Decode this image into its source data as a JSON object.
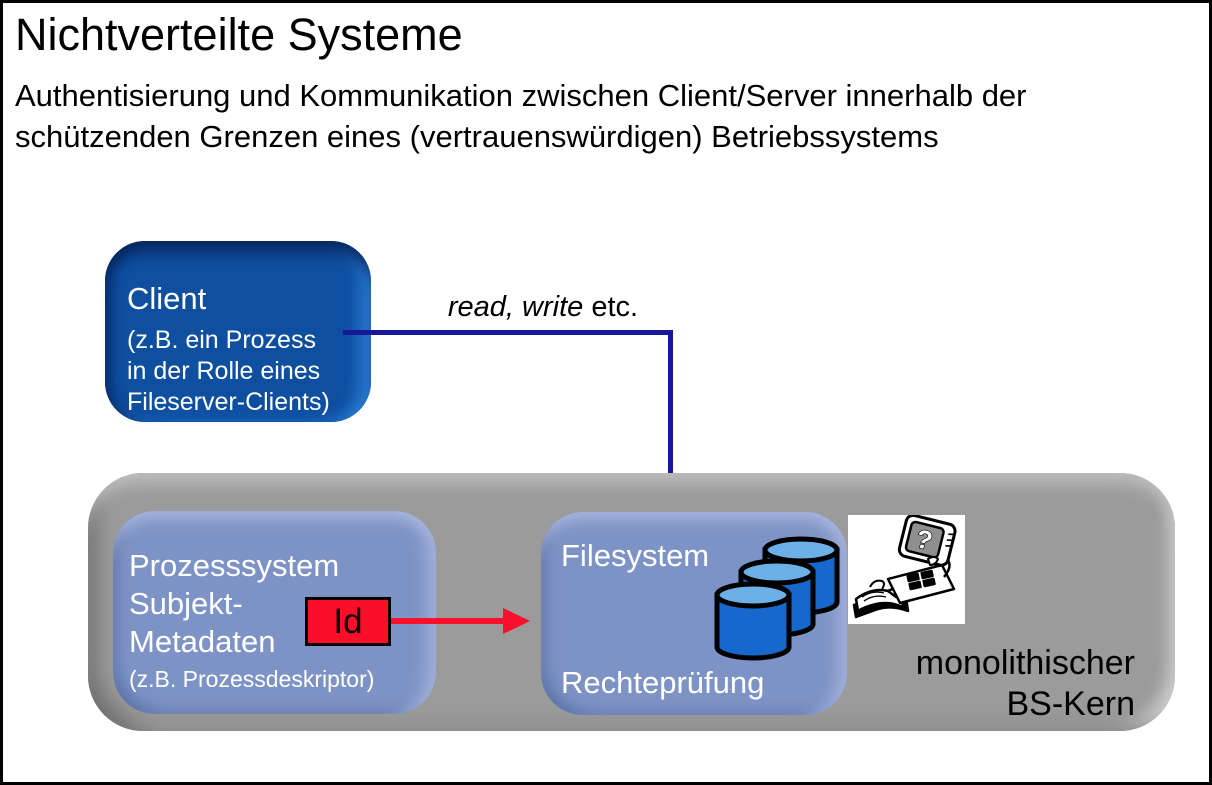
{
  "slide": {
    "title": "Nichtverteilte Systeme",
    "subtitle_line1": "Authentisierung und Kommunikation zwischen Client/Server innerhalb der",
    "subtitle_line2": "schützenden Grenzen eines (vertrauenswürdigen) Betriebssystems"
  },
  "diagram": {
    "client": {
      "title": "Client",
      "lines": [
        "(z.B. ein Prozess",
        "in der Rolle eines",
        "Fileserver-Clients)"
      ]
    },
    "call_label": {
      "italic": "read, write",
      "rest": " etc."
    },
    "process_box": {
      "lines": [
        "Prozesssystem",
        "Subjekt-",
        "Metadaten"
      ],
      "note": "(z.B. Prozessdeskriptor)"
    },
    "id_box": {
      "label": "Id"
    },
    "filesystem_box": {
      "title": "Filesystem",
      "bottom_label": "Rechteprüfung"
    },
    "kernel": {
      "line1": "monolithischer",
      "line2": "BS-Kern"
    },
    "icons": {
      "database": "database-cylinders-icon",
      "confused_user": "confused-user-clipart"
    },
    "colors": {
      "client_blue": "#0e4fa0",
      "panel_blue": "#7e93c5",
      "kernel_gray": "#9b9b9b",
      "arrow_navy": "#17179a",
      "arrow_red": "#f8102c",
      "id_red": "#fa0f28",
      "db_body": "#1668cc",
      "db_top": "#6cb0e8",
      "screen_gray": "#8f8f8f"
    }
  }
}
